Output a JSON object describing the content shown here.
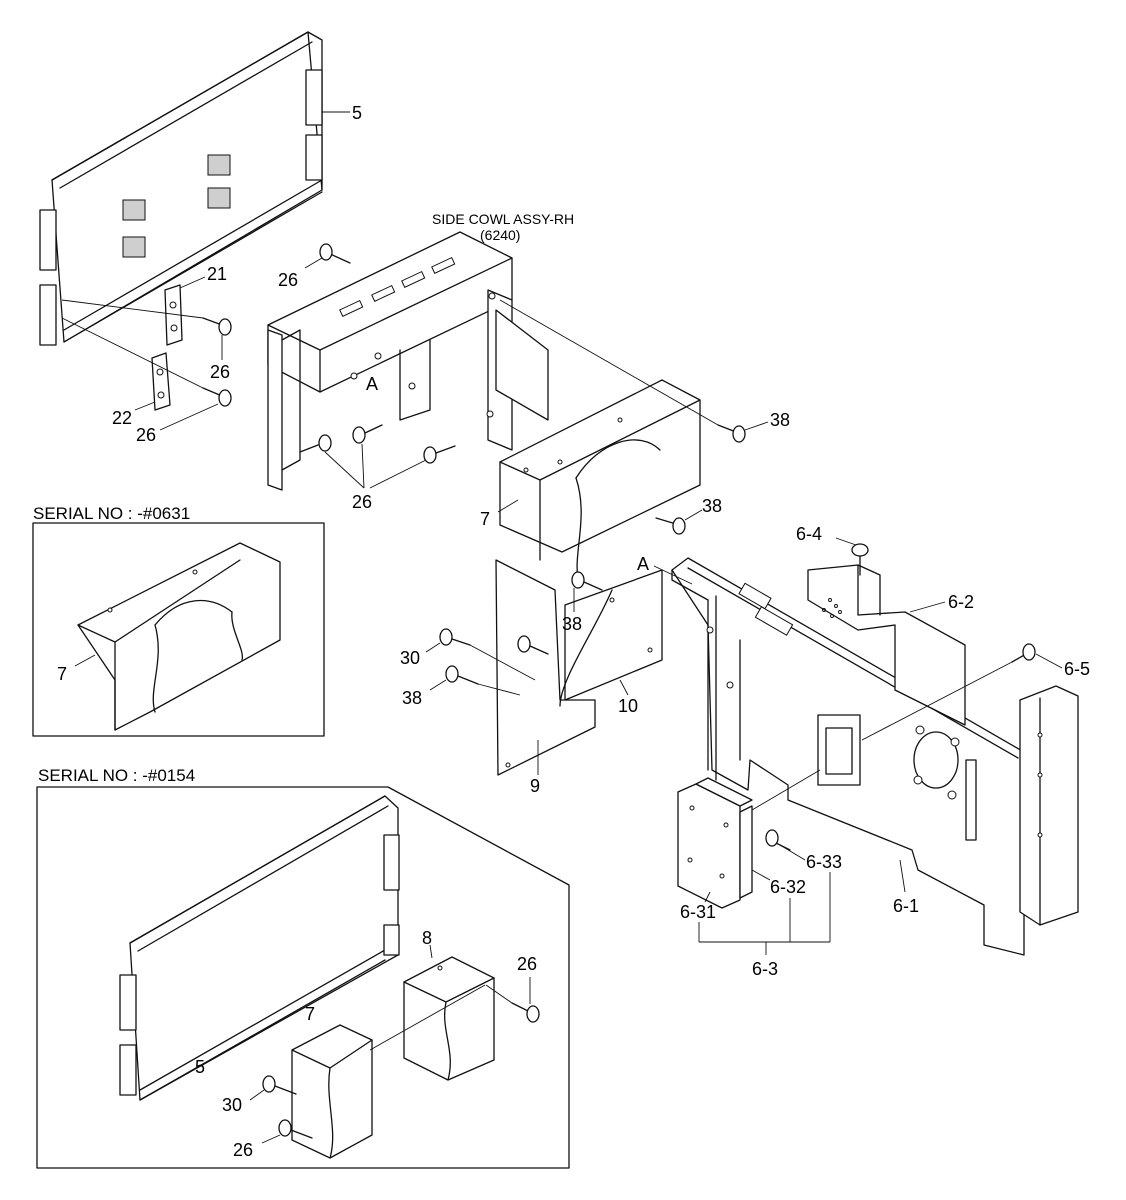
{
  "assembly": {
    "title": "SIDE COWL ASSY-RH",
    "code": "(6240)"
  },
  "insets": {
    "serial_a": "SERIAL NO : -#0631",
    "serial_b": "SERIAL NO : -#0154"
  },
  "callouts": {
    "c5": "5",
    "c21": "21",
    "c22": "22",
    "c26a": "26",
    "c26b": "26",
    "c26c": "26",
    "c26d": "26",
    "c26e": "26",
    "c26f": "26",
    "cA1": "A",
    "cA2": "A",
    "c38a": "38",
    "c38b": "38",
    "c38c": "38",
    "c38d": "38",
    "c7a": "7",
    "c7b": "7",
    "c30a": "30",
    "c30b": "30",
    "c10": "10",
    "c9": "9",
    "c8": "8",
    "c5b": "5",
    "c7c": "7",
    "c6_1": "6-1",
    "c6_2": "6-2",
    "c6_3": "6-3",
    "c6_4": "6-4",
    "c6_5": "6-5",
    "c6_31": "6-31",
    "c6_32": "6-32",
    "c6_33": "6-33"
  }
}
